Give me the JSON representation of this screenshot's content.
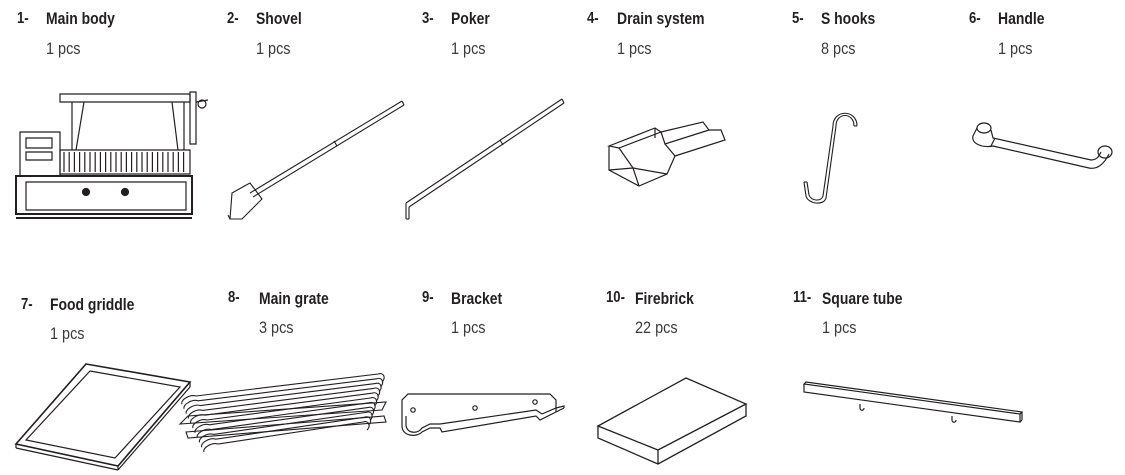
{
  "parts": [
    {
      "number": "1-",
      "name": "Main body",
      "quantity": "1 pcs",
      "icon": "main-body-icon"
    },
    {
      "number": "2-",
      "name": "Shovel",
      "quantity": "1 pcs",
      "icon": "shovel-icon"
    },
    {
      "number": "3-",
      "name": "Poker",
      "quantity": "1 pcs",
      "icon": "poker-icon"
    },
    {
      "number": "4-",
      "name": "Drain system",
      "quantity": "1 pcs",
      "icon": "drain-system-icon"
    },
    {
      "number": "5-",
      "name": "S hooks",
      "quantity": "8 pcs",
      "icon": "s-hook-icon"
    },
    {
      "number": "6-",
      "name": "Handle",
      "quantity": "1 pcs",
      "icon": "handle-icon"
    },
    {
      "number": "7-",
      "name": "Food griddle",
      "quantity": "1 pcs",
      "icon": "food-griddle-icon"
    },
    {
      "number": "8-",
      "name": "Main grate",
      "quantity": "3 pcs",
      "icon": "main-grate-icon"
    },
    {
      "number": "9-",
      "name": "Bracket",
      "quantity": "1 pcs",
      "icon": "bracket-icon"
    },
    {
      "number": "10-",
      "name": "Firebrick",
      "quantity": "22 pcs",
      "icon": "firebrick-icon"
    },
    {
      "number": "11-",
      "name": "Square tube",
      "quantity": "1 pcs",
      "icon": "square-tube-icon"
    }
  ],
  "colors": {
    "line": "#231f20",
    "text": "#231f20",
    "background": "#ffffff"
  }
}
